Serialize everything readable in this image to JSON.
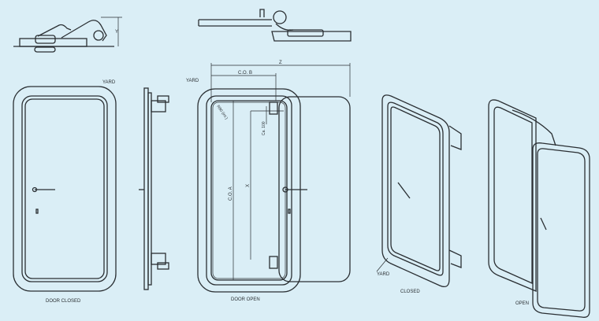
{
  "labels": {
    "door_closed": "DOOR CLOSED",
    "door_open": "DOOR OPEN",
    "closed": "CLOSED",
    "open": "OPEN",
    "yard_1": "YARD",
    "yard_2": "YARD",
    "yard_3": "YARD",
    "dim_z": "Z",
    "dim_cob": "C.O. B",
    "dim_coa": "C.O. A",
    "dim_x": "X",
    "dim_y": "Y",
    "dim_radius": "R80 (int.)",
    "dim_ca100": "Ca. 100"
  }
}
